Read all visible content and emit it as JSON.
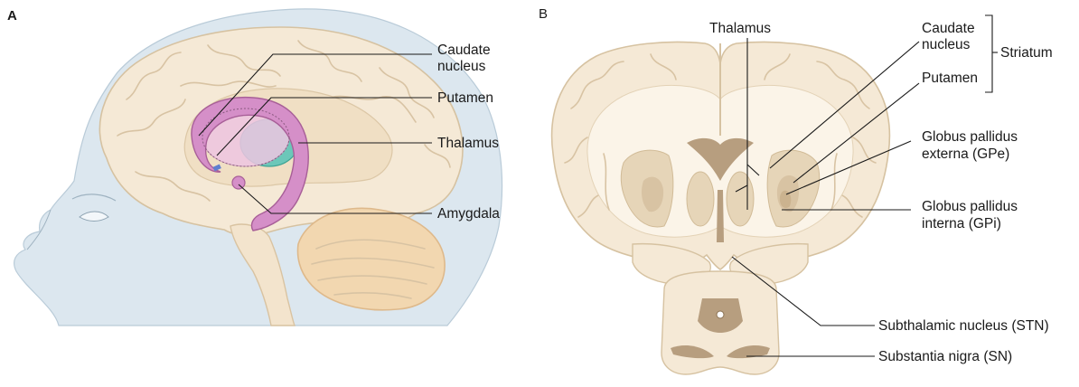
{
  "panel_a": {
    "letter": "A",
    "labels": {
      "caudate_line1": "Caudate",
      "caudate_line2": "nucleus",
      "putamen": "Putamen",
      "thalamus": "Thalamus",
      "amygdala": "Amygdala"
    }
  },
  "panel_b": {
    "letter": "B",
    "labels": {
      "thalamus": "Thalamus",
      "caudate_line1": "Caudate",
      "caudate_line2": "nucleus",
      "striatum": "Striatum",
      "putamen": "Putamen",
      "gpe_line1": "Globus pallidus",
      "gpe_line2": "externa (GPe)",
      "gpi_line1": "Globus pallidus",
      "gpi_line2": "interna (GPi)",
      "stn": "Subthalamic nucleus (STN)",
      "sn": "Substantia nigra (SN)"
    }
  },
  "colors": {
    "head": "#dfe9f0",
    "brain": "#f5e9d6",
    "brain_outline": "#d9c6a6",
    "deep_grey": "#b79e7f",
    "caudate": "#d58fc8",
    "thalamus": "#6cc7b9",
    "cerebellum": "#f2d7b0"
  }
}
